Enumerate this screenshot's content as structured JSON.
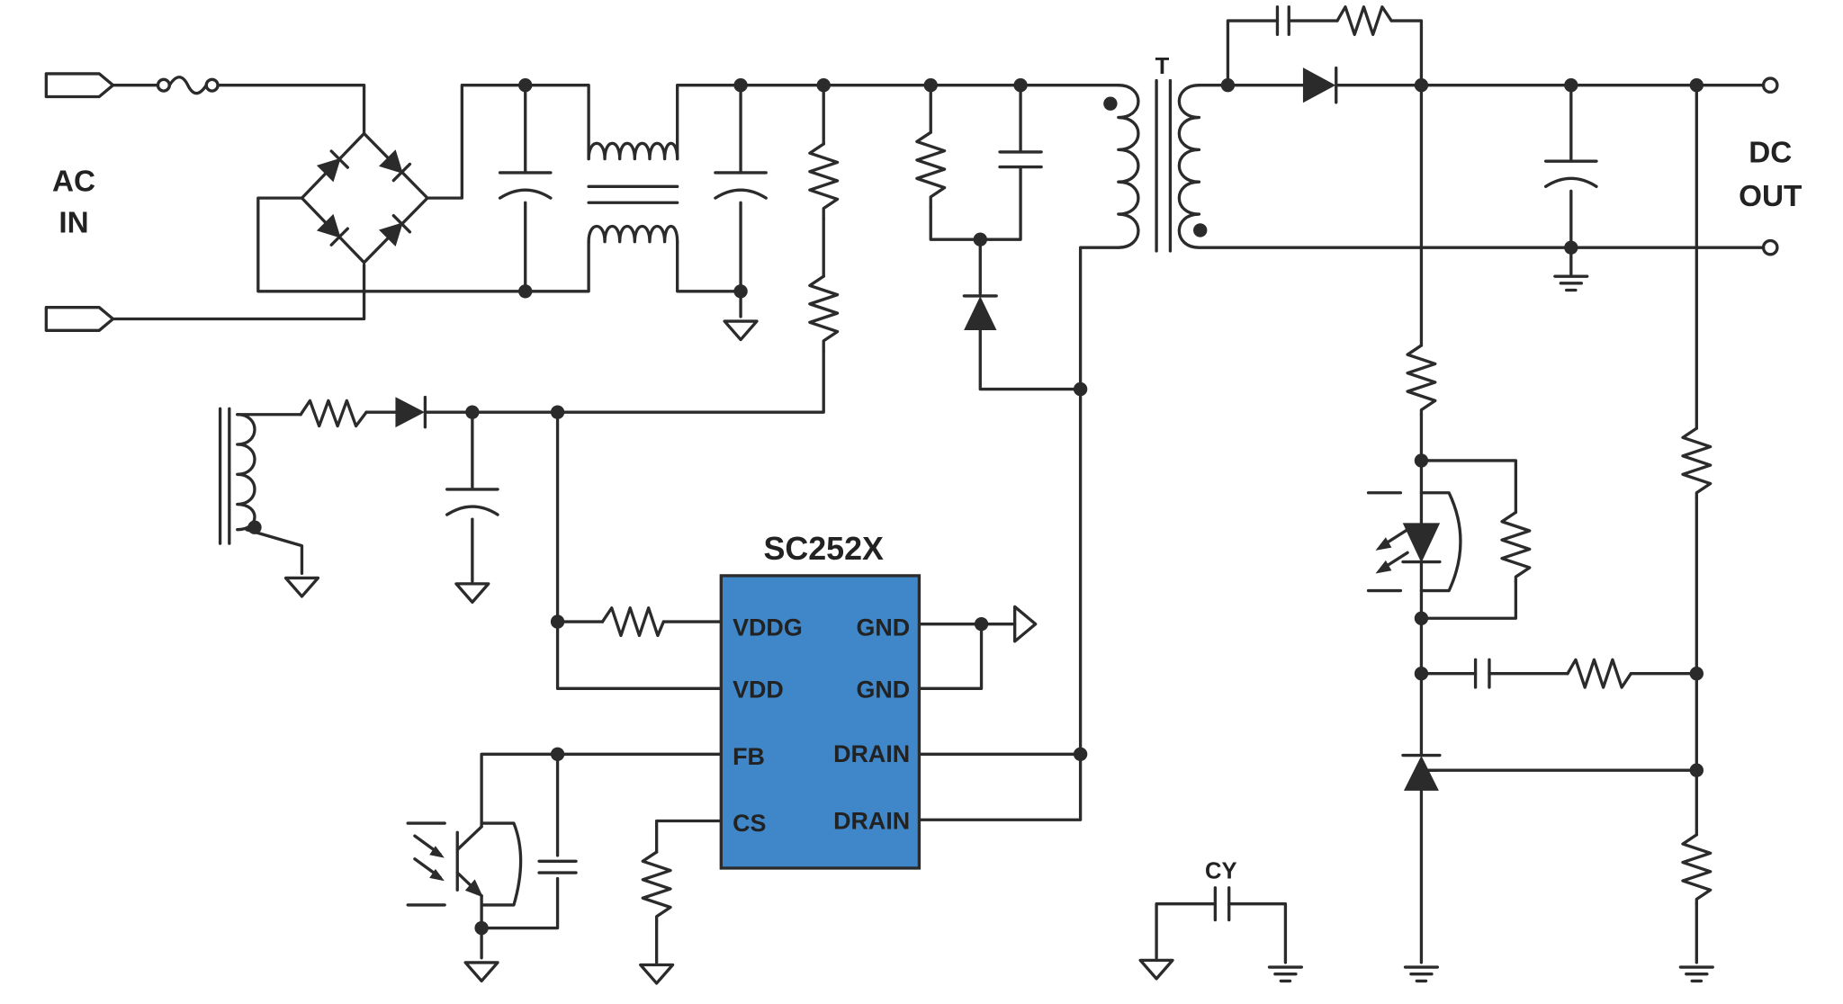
{
  "diagram": {
    "ac_in_label_line1": "AC",
    "ac_in_label_line2": "IN",
    "dc_out_label_line1": "DC",
    "dc_out_label_line2": "OUT",
    "transformer_label": "T",
    "cy_label": "CY",
    "ic": {
      "name": "SC252X",
      "fill_color": "#3f87c9",
      "pins_left": [
        "VDDG",
        "VDD",
        "FB",
        "CS"
      ],
      "pins_right": [
        "GND",
        "GND",
        "DRAIN",
        "DRAIN"
      ]
    }
  }
}
